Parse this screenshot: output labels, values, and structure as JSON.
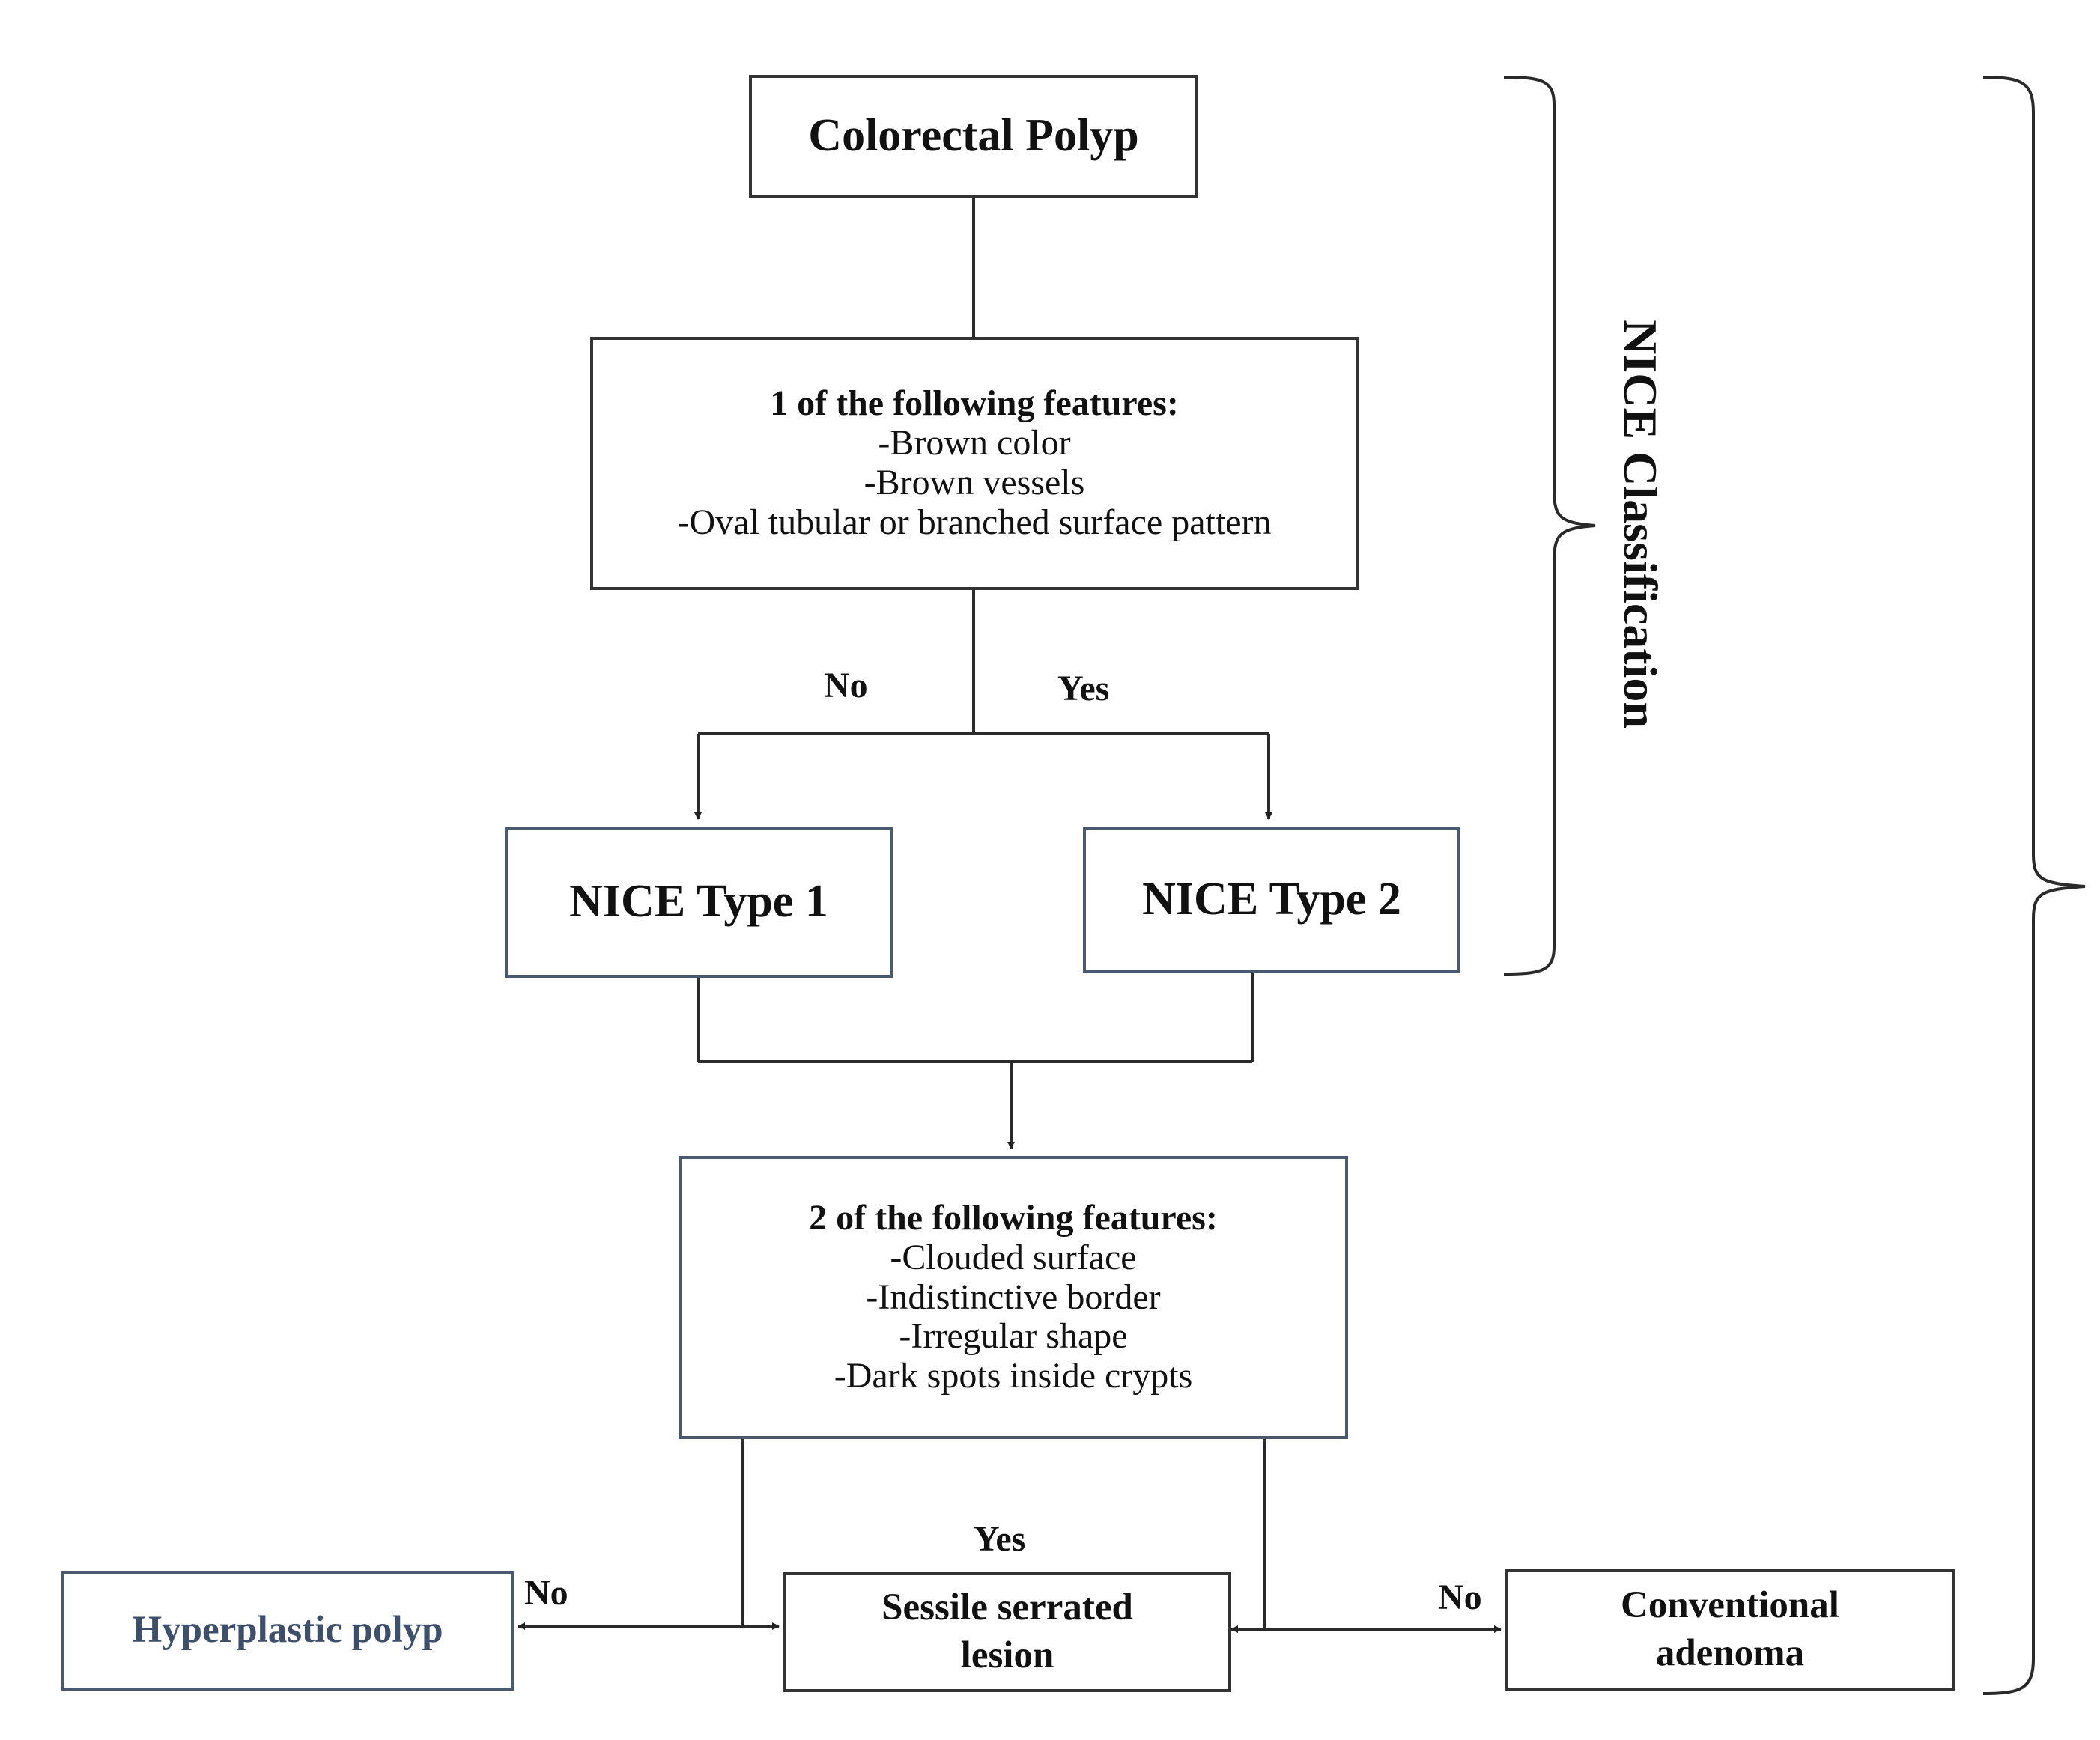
{
  "nodes": {
    "start": {
      "title": "Colorectal Polyp"
    },
    "nice_criteria": {
      "heading": "1 of the following features:",
      "items": [
        "-Brown color",
        "-Brown vessels",
        "-Oval tubular or branched surface pattern"
      ]
    },
    "nice_type1": {
      "title": "NICE Type 1"
    },
    "nice_type2": {
      "title": "NICE Type 2"
    },
    "serrated_criteria": {
      "heading": "2 of the following features:",
      "items": [
        "-Clouded surface",
        "-Indistinctive border",
        "-Irregular shape",
        "-Dark spots inside crypts"
      ]
    },
    "hyperplastic": {
      "title": "Hyperplastic polyp"
    },
    "sessile": {
      "title_line1": "Sessile serrated",
      "title_line2": "lesion"
    },
    "conventional": {
      "title_line1": "Conventional",
      "title_line2": "adenoma"
    }
  },
  "edge_labels": {
    "no_to_type1": "No",
    "yes_to_type2": "Yes",
    "yes_to_sessile": "Yes",
    "no_to_hyperplastic": "No",
    "no_to_conventional": "No"
  },
  "brackets": {
    "nice": {
      "label": "NICE Classification"
    }
  },
  "colors": {
    "line": "#2a2a2a",
    "box_border": "#333333",
    "hyperplastic_text": "#3d4f6b"
  }
}
